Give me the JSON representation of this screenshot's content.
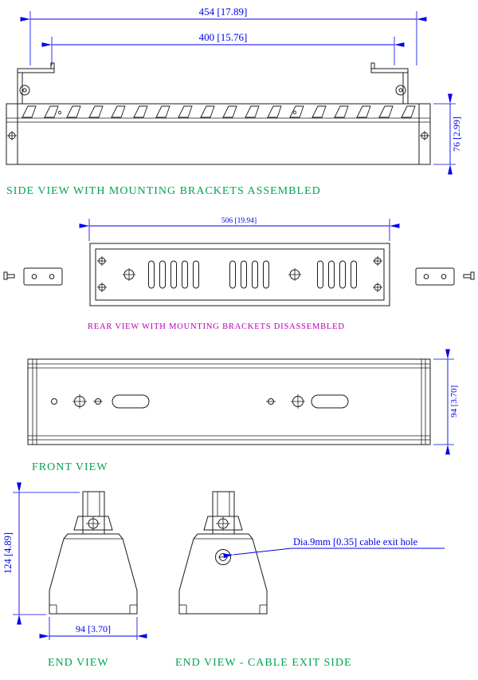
{
  "colors": {
    "dimension_blue": "#0000ee",
    "label_green": "#00a550",
    "label_magenta": "#b400b4",
    "drawing_line": "#1a1a1a",
    "background": "#ffffff"
  },
  "side_view": {
    "title": "SIDE VIEW WITH MOUNTING BRACKETS ASSEMBLED",
    "dims": {
      "overall_width": "454 [17.89]",
      "bracket_spacing": "400 [15.76]",
      "height": "76 [2.99]"
    }
  },
  "rear_view": {
    "title": "REAR VIEW WITH MOUNTING BRACKETS DISASSEMBLED",
    "dims": {
      "length": "506 [19.94]"
    }
  },
  "front_view": {
    "title": "FRONT VIEW",
    "dims": {
      "height": "94 [3.70]"
    }
  },
  "end_view": {
    "title": "END VIEW",
    "dims": {
      "height": "124 [4.89]",
      "width": "94 [3.70]"
    }
  },
  "end_view_cable": {
    "title": "END VIEW - CABLE EXIT SIDE",
    "callout": "Dia.9mm [0.35] cable exit hole"
  }
}
